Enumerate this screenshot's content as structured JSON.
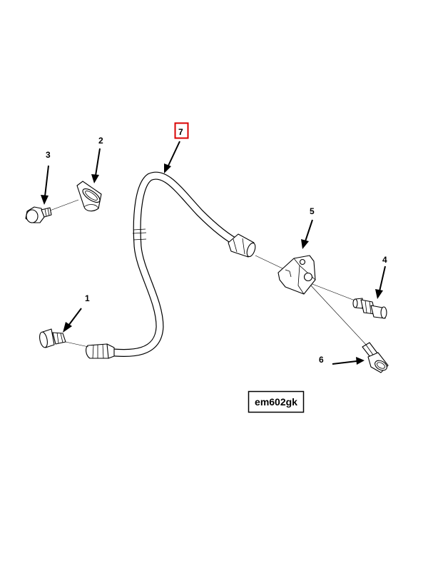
{
  "callouts": [
    {
      "id": "1",
      "label": "1",
      "highlighted": false
    },
    {
      "id": "2",
      "label": "2",
      "highlighted": false
    },
    {
      "id": "3",
      "label": "3",
      "highlighted": false
    },
    {
      "id": "4",
      "label": "4",
      "highlighted": false
    },
    {
      "id": "5",
      "label": "5",
      "highlighted": false
    },
    {
      "id": "6",
      "label": "6",
      "highlighted": false
    },
    {
      "id": "7",
      "label": "7",
      "highlighted": true
    }
  ],
  "reference_code": "em602gk",
  "colors": {
    "line": "#000000",
    "highlight": "#d90000",
    "background": "#ffffff"
  }
}
